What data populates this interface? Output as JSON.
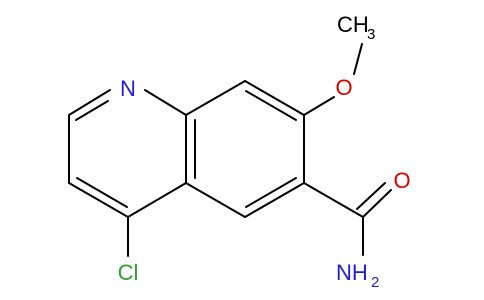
{
  "colors": {
    "bond": "#000000",
    "nitrogen": "#1f1fd0",
    "oxygen": "#e00000",
    "chlorine": "#2ea02e"
  },
  "labels": {
    "ring_nitrogen": "N",
    "methoxy_oxygen": "O",
    "methyl_carbon": "CH",
    "methyl_subscript": "3",
    "carbonyl_oxygen": "O",
    "amide_nitrogen": "NH",
    "amide_subscript": "2",
    "chlorine": "Cl"
  }
}
